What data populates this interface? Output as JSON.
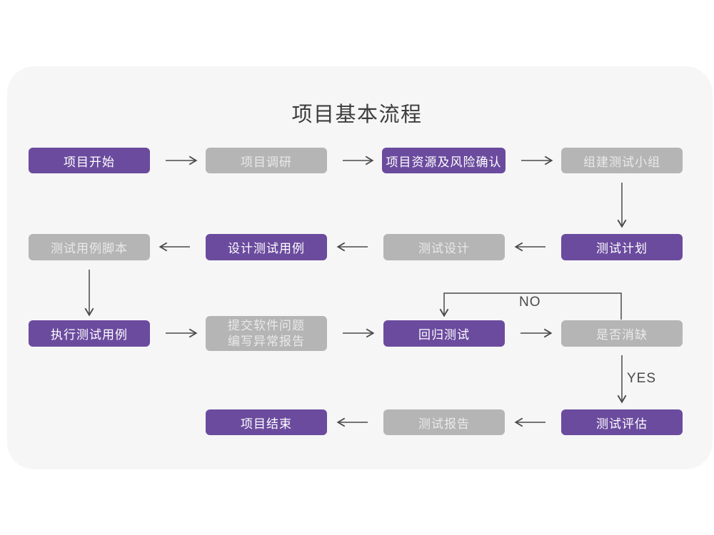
{
  "title": "项目基本流程",
  "colors": {
    "page_bg": "#ffffff",
    "card_bg": "#f6f6f6",
    "purple": "#6b4b9e",
    "purple_text": "#ffffff",
    "gray": "#b5b5b5",
    "gray_text": "#e9e9e9",
    "arrow": "#4a4a4a",
    "title_color": "#3d3d3d"
  },
  "branch_labels": {
    "no": "NO",
    "yes": "YES"
  },
  "nodes": [
    {
      "label": "项目开始",
      "variant": "purple"
    },
    {
      "label": "项目调研",
      "variant": "gray"
    },
    {
      "label": "项目资源及风险确认",
      "variant": "purple"
    },
    {
      "label": "组建测试小组",
      "variant": "gray"
    },
    {
      "label": "测试计划",
      "variant": "purple"
    },
    {
      "label": "测试设计",
      "variant": "gray"
    },
    {
      "label": "设计测试用例",
      "variant": "purple"
    },
    {
      "label": "测试用例脚本",
      "variant": "gray"
    },
    {
      "label": "执行测试用例",
      "variant": "purple"
    },
    {
      "label_line1": "提交软件问题",
      "label_line2": "编写异常报告",
      "variant": "gray"
    },
    {
      "label": "回归测试",
      "variant": "purple"
    },
    {
      "label": "是否消缺",
      "variant": "gray"
    },
    {
      "label": "测试评估",
      "variant": "purple"
    },
    {
      "label": "测试报告",
      "variant": "gray"
    },
    {
      "label": "项目结束",
      "variant": "purple"
    }
  ]
}
